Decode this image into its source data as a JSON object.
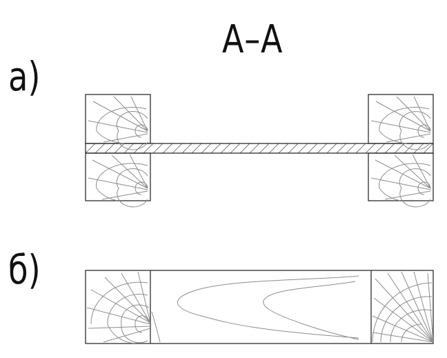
{
  "section_title": "А–А",
  "variant_a_label": "а)",
  "variant_b_label": "б)",
  "colors": {
    "line": "#2b2b2b",
    "grain": "#8c8c8c",
    "background": "#ffffff"
  }
}
